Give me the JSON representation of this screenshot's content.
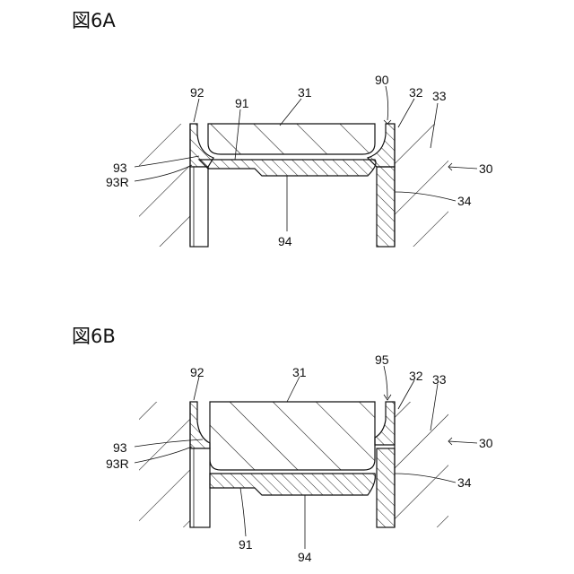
{
  "figures": [
    {
      "title": "図6A",
      "labels": {
        "l92": "92",
        "l91": "91",
        "l31": "31",
        "l90": "90",
        "l32": "32",
        "l33": "33",
        "l30": "30",
        "l93": "93",
        "l93R": "93R",
        "l34": "34",
        "l94": "94"
      }
    },
    {
      "title": "図6B",
      "labels": {
        "l92": "92",
        "l31": "31",
        "l95": "95",
        "l32": "32",
        "l33": "33",
        "l30": "30",
        "l93": "93",
        "l93R": "93R",
        "l34": "34",
        "l91": "91",
        "l94": "94"
      }
    }
  ]
}
